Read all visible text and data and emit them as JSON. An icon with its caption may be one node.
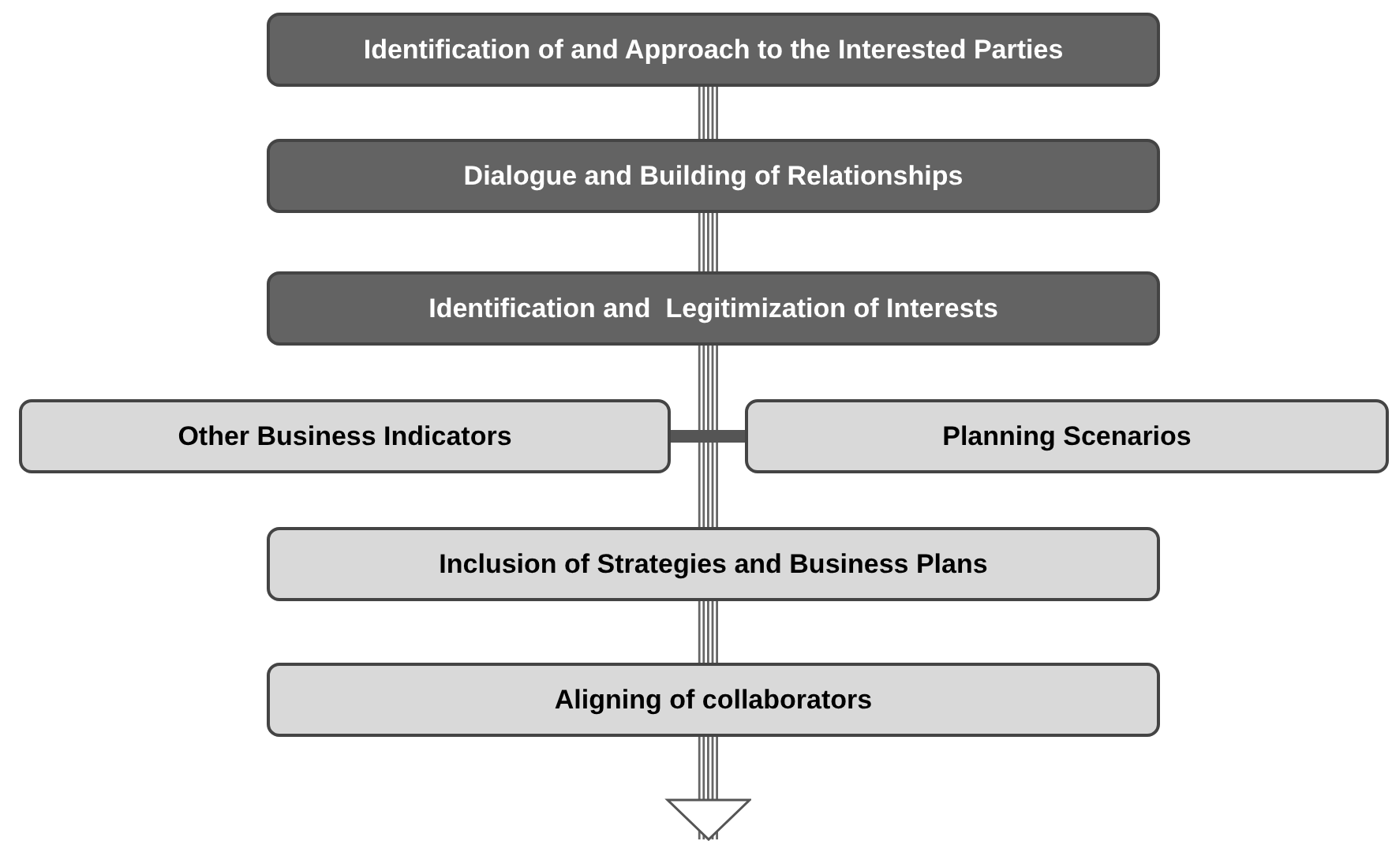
{
  "diagram": {
    "nodes": [
      {
        "text": [
          "Identification of and Approach to the Interested Parties"
        ]
      },
      {
        "text": [
          "Dialogue and Building of Relationships"
        ]
      },
      {
        "text": [
          "Identification and  Legitimization of Interests"
        ]
      },
      {
        "text": [
          "Other Business Indicators"
        ]
      },
      {
        "text": [
          "Planning Scenarios"
        ]
      },
      {
        "text": [
          "Inclusion of Strategies and Business Plans"
        ]
      },
      {
        "text": [
          "Aligning of collaborators"
        ]
      }
    ],
    "edges": [
      {
        "from": 0,
        "to": 1,
        "arrow": "none"
      },
      {
        "from": 1,
        "to": 2,
        "arrow": "none"
      },
      {
        "from": 2,
        "to": 5,
        "arrow": "none"
      },
      {
        "from": 3,
        "to": 4,
        "arrow": "none",
        "color": "#555555"
      },
      {
        "from": 5,
        "to": 6,
        "arrow": "none"
      },
      {
        "from": 6,
        "to": null,
        "arrow": "to"
      }
    ]
  }
}
